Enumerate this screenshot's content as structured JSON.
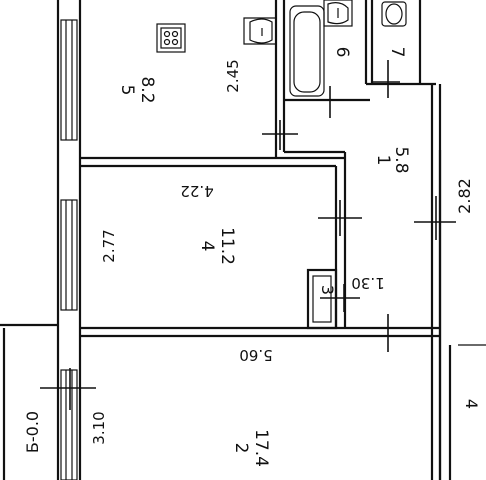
{
  "rooms": {
    "r5": {
      "num": "5",
      "area": "8.2"
    },
    "r6": {
      "num": "6"
    },
    "r7": {
      "num": "7"
    },
    "r1": {
      "num": "1",
      "area": "5.8"
    },
    "r4": {
      "num": "4",
      "area": "11.2"
    },
    "r3": {
      "num": "3"
    },
    "r2": {
      "num": "2",
      "area": "17.4"
    }
  },
  "dimensions": {
    "d245": "2.45",
    "d422": "4.22",
    "d277": "2.77",
    "d130": "1.30",
    "d560": "5.60",
    "d310": "3.10",
    "d282": "2.82"
  },
  "labels": {
    "balcony": "Б-0.0",
    "partial": "4"
  }
}
